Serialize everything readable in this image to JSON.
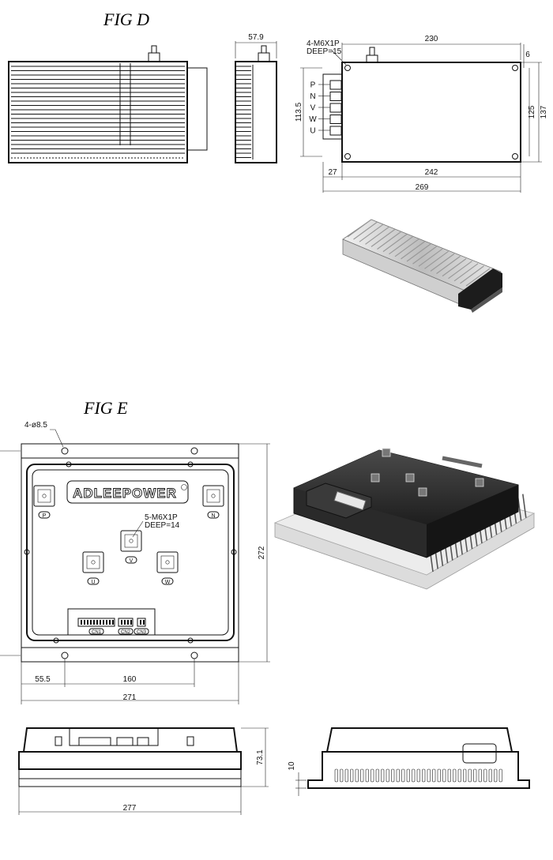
{
  "figures": {
    "d": {
      "title": "FIG D",
      "side_width": "57.9",
      "hole_note_1": "4-M6X1P",
      "hole_note_2": "DEEP=15",
      "terminals": [
        "P",
        "N",
        "V",
        "W",
        "U"
      ],
      "dims": {
        "top_len": "230",
        "top_offset": "6",
        "terminal_span": "113.5",
        "inner_height": "125",
        "outer_height": "137",
        "left_offset": "27",
        "body_len": "242",
        "overall_len": "269"
      }
    },
    "e": {
      "title": "FIG E",
      "hole_note": "4-ø8.5",
      "brand": "ADLEEPOWER",
      "stud_note_1": "5-M6X1P",
      "stud_note_2": "DEEP=14",
      "terminals": [
        "P",
        "N",
        "V",
        "U",
        "W"
      ],
      "connectors": [
        "CN1",
        "CN2",
        "CN3"
      ],
      "dims": {
        "height": "272",
        "offset_x": "55.5",
        "hole_span": "160",
        "width": "271",
        "side_height": "73.1",
        "flange": "10",
        "side_width": "277"
      }
    }
  },
  "colors": {
    "line": "#111111",
    "body": "#2b2b2b",
    "heatsink": "#d8d8d8"
  }
}
